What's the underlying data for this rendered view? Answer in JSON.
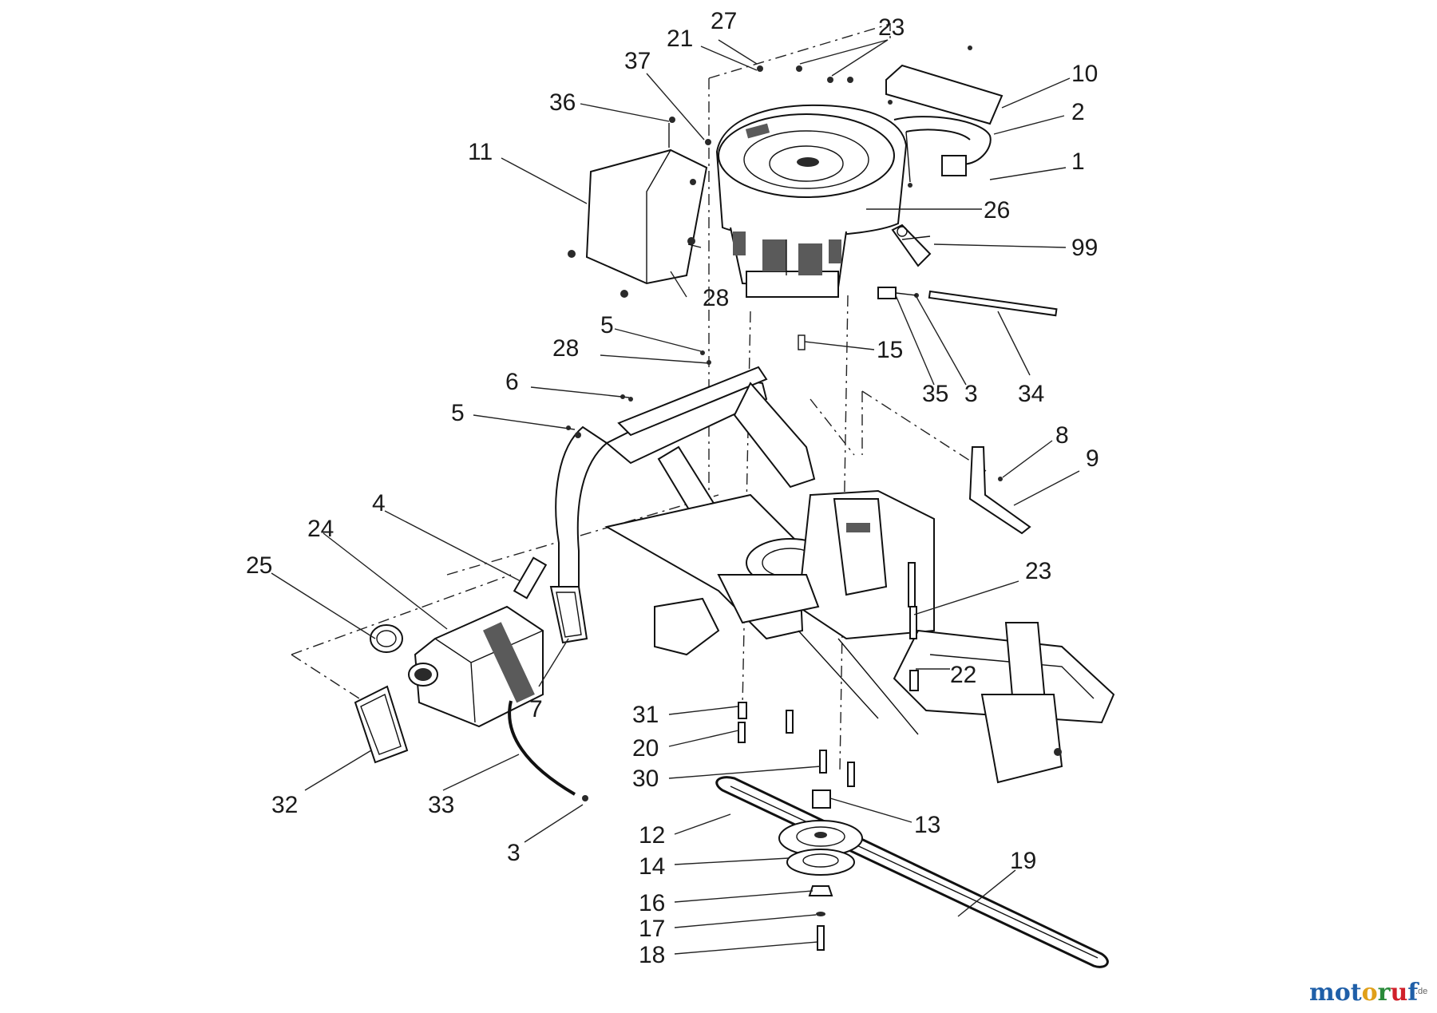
{
  "callouts": [
    {
      "label": "27"
    },
    {
      "label": "21"
    },
    {
      "label": "23"
    },
    {
      "label": "37"
    },
    {
      "label": "10"
    },
    {
      "label": "2"
    },
    {
      "label": "36"
    },
    {
      "label": "1"
    },
    {
      "label": "11"
    },
    {
      "label": "26"
    },
    {
      "label": "99"
    },
    {
      "label": "28"
    },
    {
      "label": "5"
    },
    {
      "label": "28"
    },
    {
      "label": "15"
    },
    {
      "label": "6"
    },
    {
      "label": "35"
    },
    {
      "label": "3"
    },
    {
      "label": "34"
    },
    {
      "label": "5"
    },
    {
      "label": "8"
    },
    {
      "label": "9"
    },
    {
      "label": "4"
    },
    {
      "label": "24"
    },
    {
      "label": "25"
    },
    {
      "label": "23"
    },
    {
      "label": "22"
    },
    {
      "label": "7"
    },
    {
      "label": "31"
    },
    {
      "label": "20"
    },
    {
      "label": "30"
    },
    {
      "label": "32"
    },
    {
      "label": "33"
    },
    {
      "label": "13"
    },
    {
      "label": "12"
    },
    {
      "label": "3"
    },
    {
      "label": "19"
    },
    {
      "label": "14"
    },
    {
      "label": "16"
    },
    {
      "label": "17"
    },
    {
      "label": "18"
    }
  ],
  "watermark": {
    "letters": [
      {
        "ch": "m",
        "color": "#1f5fa8"
      },
      {
        "ch": "o",
        "color": "#1f5fa8"
      },
      {
        "ch": "t",
        "color": "#1f5fa8"
      },
      {
        "ch": "o",
        "color": "#e0a01a"
      },
      {
        "ch": "r",
        "color": "#2a8a3a"
      },
      {
        "ch": "u",
        "color": "#d0202a"
      },
      {
        "ch": "f",
        "color": "#1f5fa8"
      }
    ],
    "suffix": ".de"
  }
}
